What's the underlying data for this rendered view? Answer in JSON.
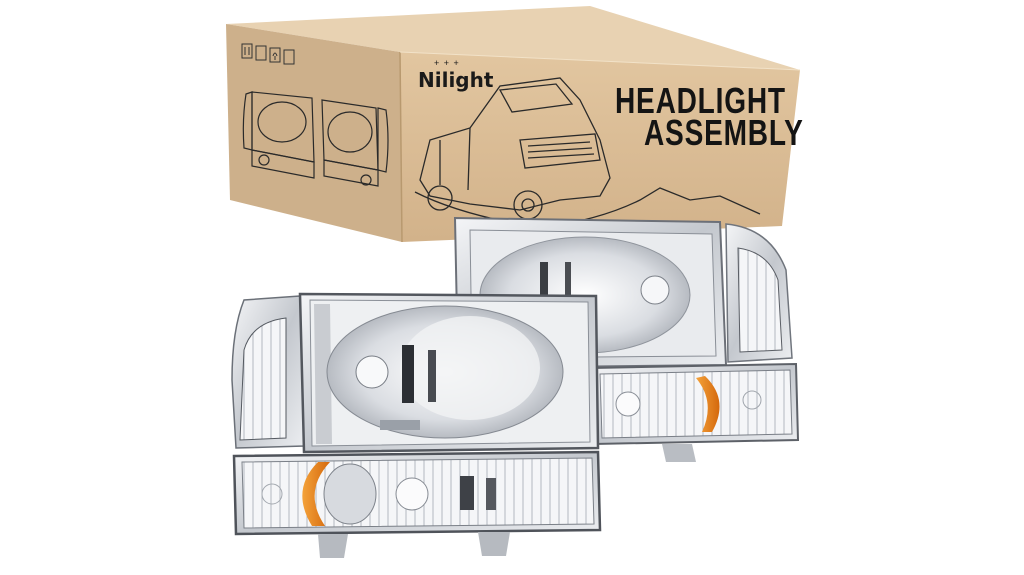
{
  "scene": {
    "description": "Product photo of a pair of chrome headlight assemblies in front of a cardboard shipping box",
    "background_color": "#ffffff"
  },
  "box": {
    "brand": "Nilight",
    "brand_stars": "+ + +",
    "title_line1": "HEADLIGHT",
    "title_line2": "ASSEMBLY",
    "color_front": "#d8b992",
    "color_side": "#c9ab86",
    "color_top": "#e6cfae",
    "handling_icons": [
      "this-side-up-icon",
      "fragile-glass-icon",
      "keep-dry-umbrella-icon",
      "stacking-limit-icon"
    ]
  },
  "products": [
    {
      "name": "headlight-assembly-left",
      "turn_signal_color": "#e8821c",
      "housing": "chrome"
    },
    {
      "name": "headlight-assembly-right",
      "turn_signal_color": "#e8821c",
      "housing": "chrome"
    }
  ]
}
